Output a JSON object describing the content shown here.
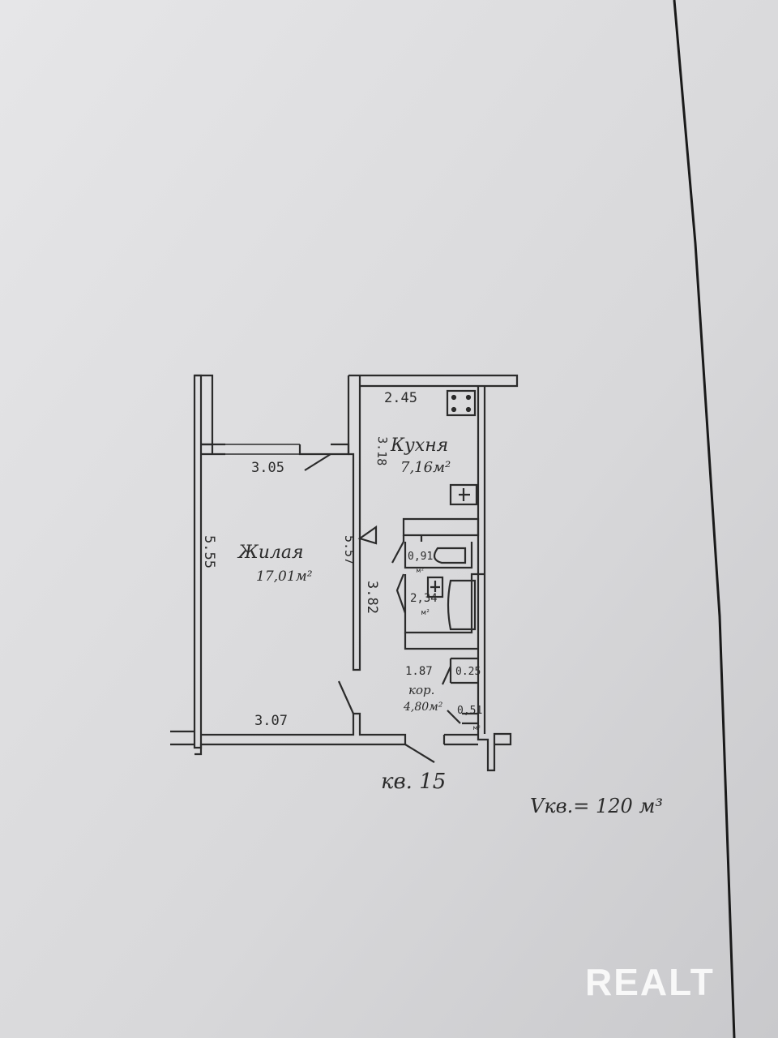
{
  "plan": {
    "rooms": {
      "kitchen": {
        "name": "Кухня",
        "area": "7,16м²"
      },
      "living": {
        "name": "Жилая",
        "area": "17,01м²"
      },
      "corridor": {
        "name": "кор.",
        "area": "4,80м²"
      },
      "wc": {
        "area": "0,91",
        "unit": "м²"
      },
      "bath": {
        "area": "2,34",
        "unit": "м²"
      },
      "closet": {
        "area": "0,51",
        "unit": "м²"
      }
    },
    "dimensions": {
      "kitchen_width": "2.45",
      "kitchen_depth": "3.18",
      "balcony_width": "3.05",
      "living_depth": "5.55",
      "living_depth_right": "5.57",
      "living_width": "3.07",
      "corridor_length": "3.82",
      "corridor_width": "1.87",
      "closet_width": "0.25"
    },
    "apartment_label": "кв. 15",
    "volume_label": "Vкв.= 120 м³"
  },
  "watermark": "REALT",
  "colors": {
    "paper": "#d9d9db",
    "ink": "#2b2b2b",
    "sheet_line": "#1a1a1a"
  }
}
